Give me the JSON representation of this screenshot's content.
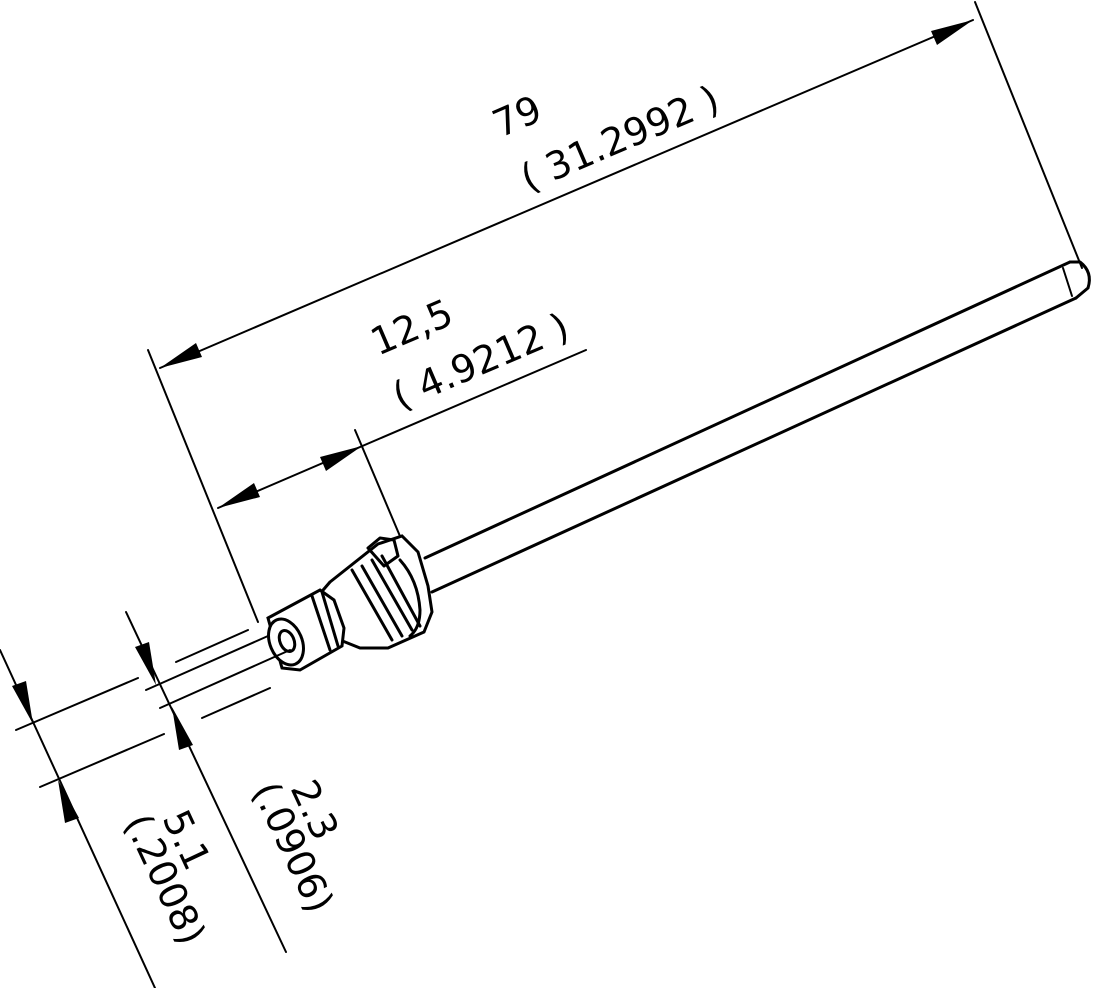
{
  "dimensions": {
    "overall_length": {
      "metric": "79",
      "imperial": "( 31.2992 )"
    },
    "collar_length": {
      "metric": "12,5",
      "imperial": "( 4.9212 )"
    },
    "outer_diameter": {
      "metric": "5.1",
      "imperial": "(.2008)"
    },
    "inner_diameter": {
      "metric": "2.3",
      "imperial": "(.0906)"
    }
  }
}
